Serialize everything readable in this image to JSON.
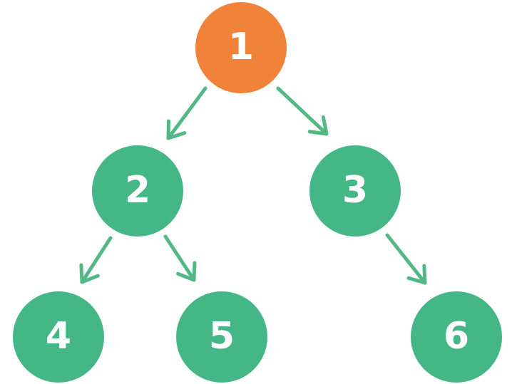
{
  "colors": {
    "root_node": "#F08339",
    "node": "#45B686",
    "edge": "#53B886",
    "label": "#FFFFFF"
  },
  "tree": {
    "nodes": [
      {
        "id": "n1",
        "label": "1",
        "role": "root"
      },
      {
        "id": "n2",
        "label": "2",
        "role": "node"
      },
      {
        "id": "n3",
        "label": "3",
        "role": "node"
      },
      {
        "id": "n4",
        "label": "4",
        "role": "node"
      },
      {
        "id": "n5",
        "label": "5",
        "role": "node"
      },
      {
        "id": "n6",
        "label": "6",
        "role": "node"
      }
    ],
    "edges": [
      {
        "from": "n1",
        "to": "n2"
      },
      {
        "from": "n1",
        "to": "n3"
      },
      {
        "from": "n2",
        "to": "n4"
      },
      {
        "from": "n2",
        "to": "n5"
      },
      {
        "from": "n3",
        "to": "n6"
      }
    ]
  }
}
